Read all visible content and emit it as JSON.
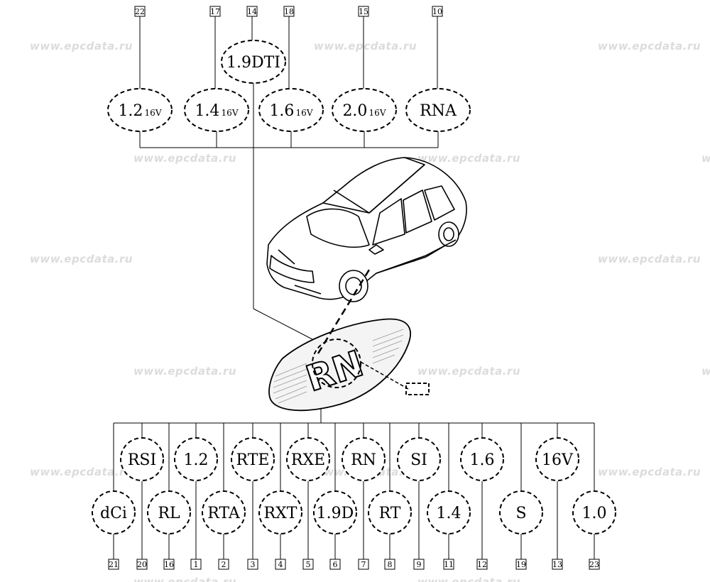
{
  "watermark": "www.epcdata.ru",
  "badges_top": [
    {
      "ref": "22",
      "main": "1.2",
      "sub": "16V"
    },
    {
      "ref": "17",
      "main": "1.4",
      "sub": "16V"
    },
    {
      "ref": "14",
      "main": "1.9DTI",
      "sub": ""
    },
    {
      "ref": "18",
      "main": "1.6",
      "sub": "16V"
    },
    {
      "ref": "15",
      "main": "2.0",
      "sub": "16V"
    },
    {
      "ref": "10",
      "main": "RNA",
      "sub": ""
    }
  ],
  "badges_bottom_upper": [
    {
      "ref": "20",
      "text": "RSI"
    },
    {
      "ref": "1",
      "text": "1.2"
    },
    {
      "ref": "3",
      "text": "RTE"
    },
    {
      "ref": "5",
      "text": "RXE"
    },
    {
      "ref": "7",
      "text": "RN"
    },
    {
      "ref": "9",
      "text": "SI"
    },
    {
      "ref": "12",
      "text": "1.6"
    },
    {
      "ref": "13",
      "text": "16V"
    }
  ],
  "badges_bottom_lower": [
    {
      "ref": "21",
      "text": "dCi"
    },
    {
      "ref": "16",
      "text": "RL"
    },
    {
      "ref": "2",
      "text": "RTA"
    },
    {
      "ref": "4",
      "text": "RXT"
    },
    {
      "ref": "6",
      "text": "1.9D"
    },
    {
      "ref": "8",
      "text": "RT"
    },
    {
      "ref": "11",
      "text": "1.4"
    },
    {
      "ref": "19",
      "text": "S"
    },
    {
      "ref": "23",
      "text": "1.0"
    }
  ],
  "emblem_text": "RN",
  "icons": [
    "car-illustration",
    "rn-emblem-plate",
    "clip-fastener-icon"
  ]
}
